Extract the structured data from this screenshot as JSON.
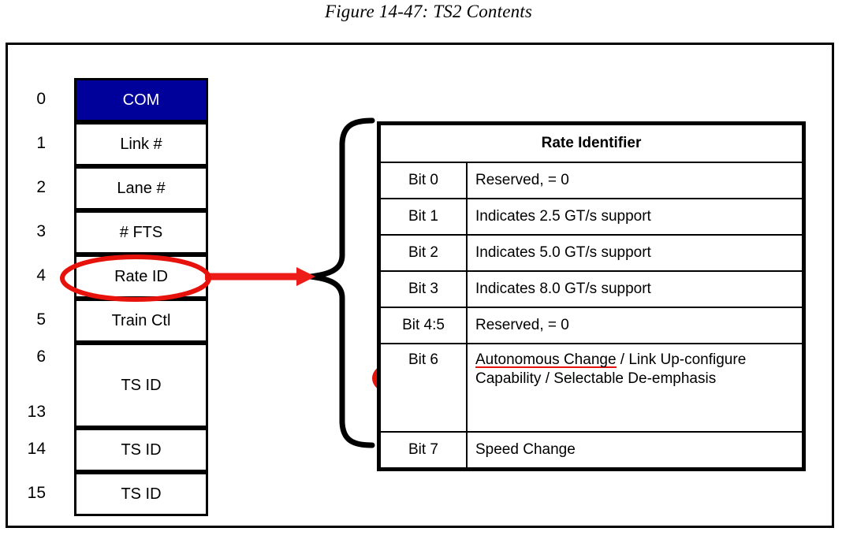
{
  "figure": {
    "caption": "Figure 14-47: TS2 Contents"
  },
  "symbol_column": {
    "name": "TS2 ordered set symbol column",
    "cells": [
      {
        "index": "0",
        "label": "COM",
        "highlight": "blue"
      },
      {
        "index": "1",
        "label": "Link #",
        "highlight": "none"
      },
      {
        "index": "2",
        "label": "Lane #",
        "highlight": "none"
      },
      {
        "index": "3",
        "label": "# FTS",
        "highlight": "none"
      },
      {
        "index": "4",
        "label": "Rate ID",
        "highlight": "red-ellipse"
      },
      {
        "index": "5",
        "label": "Train Ctl",
        "highlight": "none"
      },
      {
        "index": "6",
        "index_end": "13",
        "label": "TS ID",
        "highlight": "none"
      },
      {
        "index": "14",
        "label": "TS ID",
        "highlight": "none"
      },
      {
        "index": "15",
        "label": "TS ID",
        "highlight": "none"
      }
    ]
  },
  "rate_identifier_table": {
    "title": "Rate Identifier",
    "rows": [
      {
        "bit": "Bit 0",
        "description": "Reserved, = 0"
      },
      {
        "bit": "Bit 1",
        "description": "Indicates 2.5 GT/s support"
      },
      {
        "bit": "Bit 2",
        "description": "Indicates 5.0 GT/s support"
      },
      {
        "bit": "Bit 3",
        "description": "Indicates 8.0 GT/s support"
      },
      {
        "bit": "Bit 4:5",
        "description": "Reserved, = 0"
      },
      {
        "bit": "Bit 6",
        "description_underlined": "Autonomous Change",
        "description_rest": " / Link Up-configure Capability / Selectable De-emphasis"
      },
      {
        "bit": "Bit 7",
        "description": "Speed Change"
      }
    ]
  },
  "annotations": {
    "arrow_color": "#ee1c18",
    "ellipse_color": "#e8120c",
    "underline_color": "#e8120c",
    "com_fill_color": "#00009a"
  }
}
